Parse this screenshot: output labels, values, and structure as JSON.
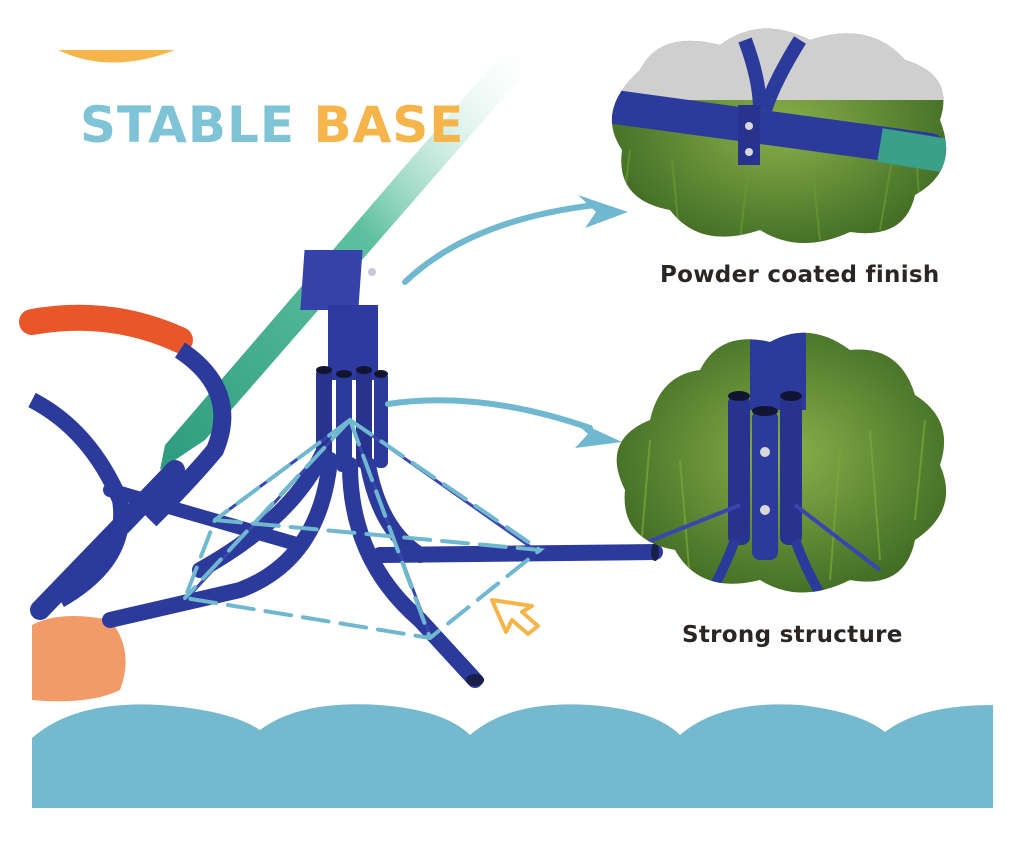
{
  "headline": {
    "word1": "STABLE",
    "word2": "BASE"
  },
  "callouts": [
    {
      "label": "Powder coated finish"
    },
    {
      "label": "Strong structure"
    }
  ],
  "colors": {
    "headline_word1": "#7ec3d6",
    "headline_word2": "#f6b54a",
    "accent_blue": "#6fb8cf",
    "wave": "#74b9cd",
    "frame": "#2c3a9c",
    "seat_orange": "#e8562a",
    "handle_green": "#3aa08a",
    "grass": "#4f7a2c",
    "caption_text": "#2b2622"
  },
  "icons": [
    "curved-arrow-icon",
    "pointer-arrow-icon"
  ]
}
